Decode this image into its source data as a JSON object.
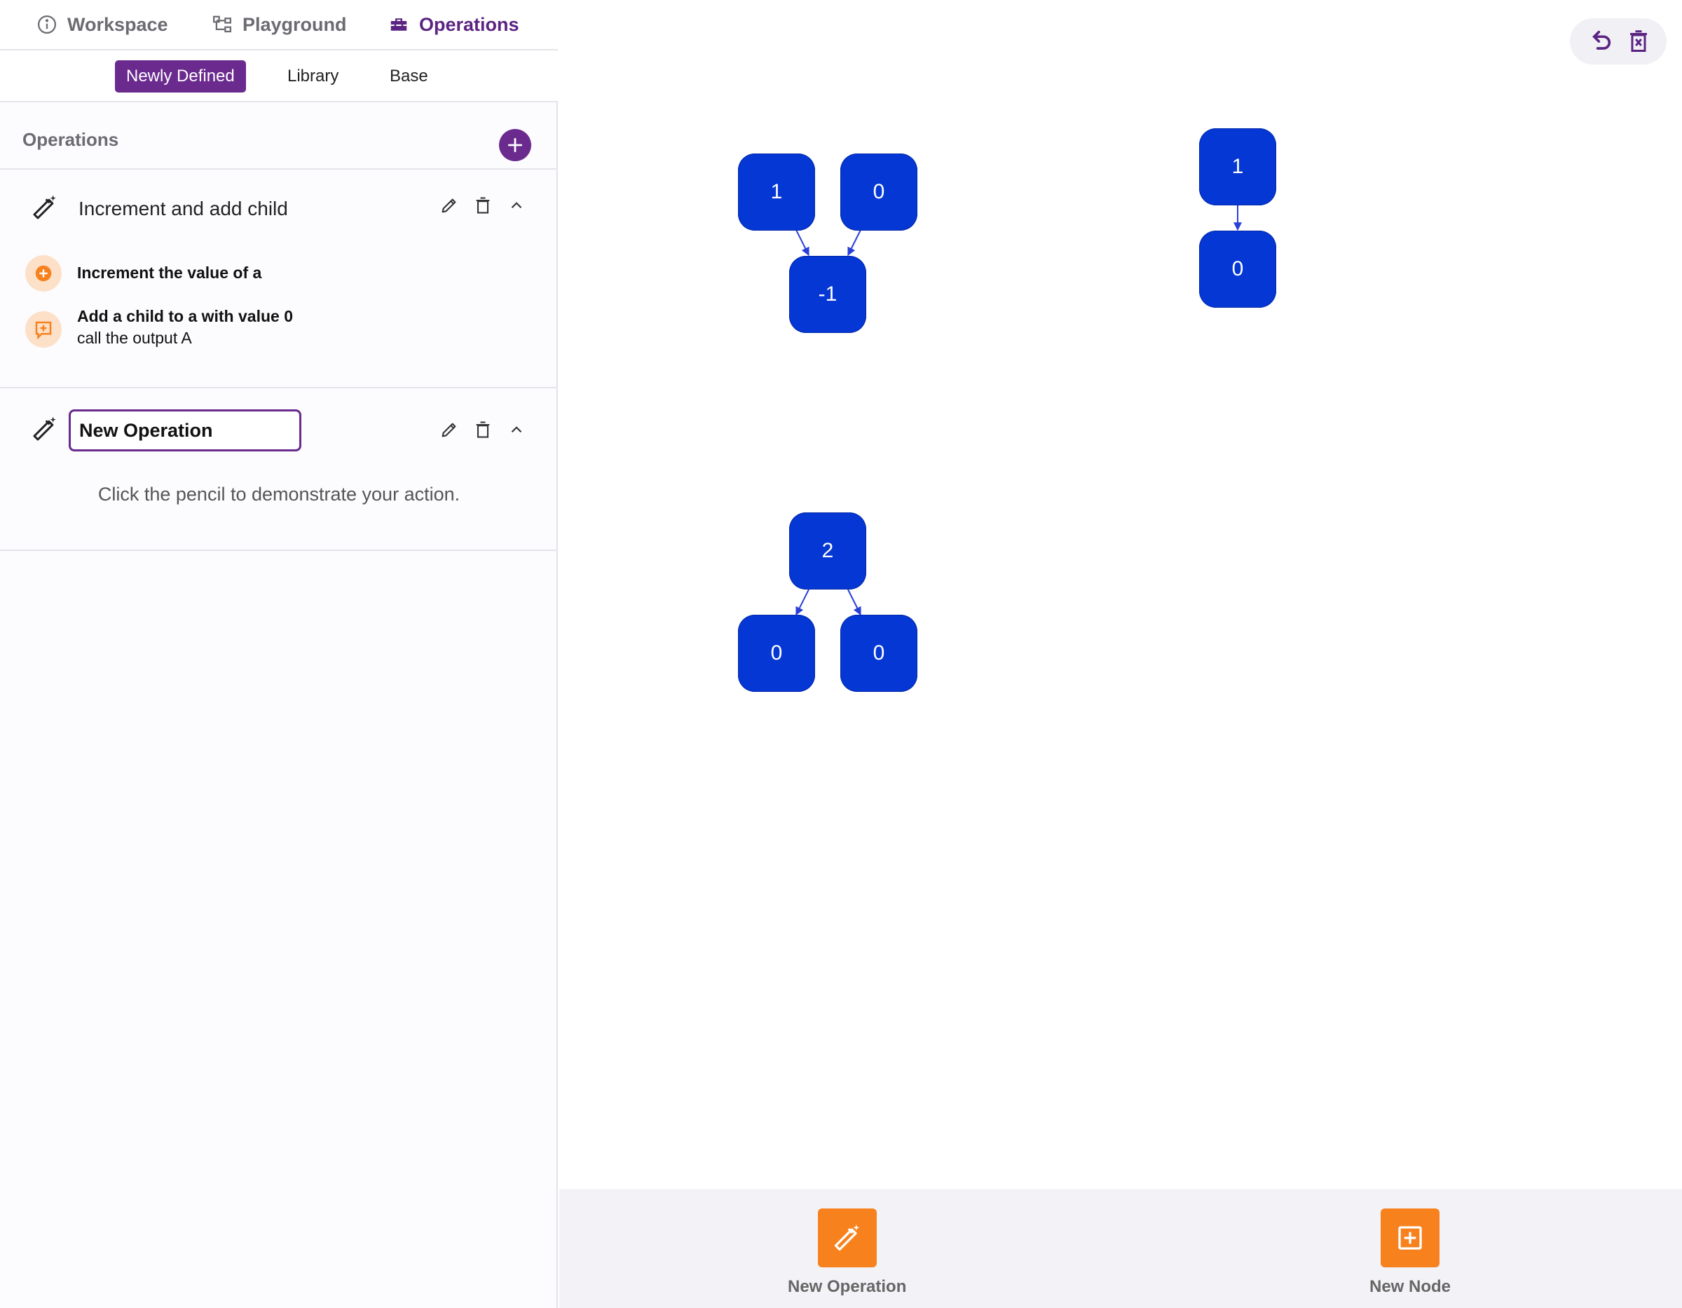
{
  "tabs": {
    "workspace": "Workspace",
    "playground": "Playground",
    "operations": "Operations"
  },
  "subtabs": {
    "newly_defined": "Newly Defined",
    "library": "Library",
    "base": "Base"
  },
  "operations_panel": {
    "title": "Operations",
    "items": [
      {
        "name": "Increment and add child",
        "steps": [
          {
            "icon": "plus-circle-icon",
            "line1": "Increment the value of a",
            "line2": ""
          },
          {
            "icon": "add-box-icon",
            "line1": "Add a child to a with value 0",
            "line2": "call the output A"
          }
        ]
      },
      {
        "name_value": "New Operation",
        "hint": "Click the pencil to demonstrate your action."
      }
    ]
  },
  "graph": {
    "nodes": [
      {
        "id": "n1",
        "label": "1"
      },
      {
        "id": "n2",
        "label": "0"
      },
      {
        "id": "n3",
        "label": "-1"
      },
      {
        "id": "n4",
        "label": "1"
      },
      {
        "id": "n5",
        "label": "0"
      },
      {
        "id": "n6",
        "label": "2"
      },
      {
        "id": "n7",
        "label": "0"
      },
      {
        "id": "n8",
        "label": "0"
      }
    ]
  },
  "bottom_actions": {
    "new_operation": "New Operation",
    "new_node": "New Node"
  },
  "colors": {
    "accent": "#6a2a8e",
    "node": "#0537d4",
    "action": "#f7811d"
  }
}
